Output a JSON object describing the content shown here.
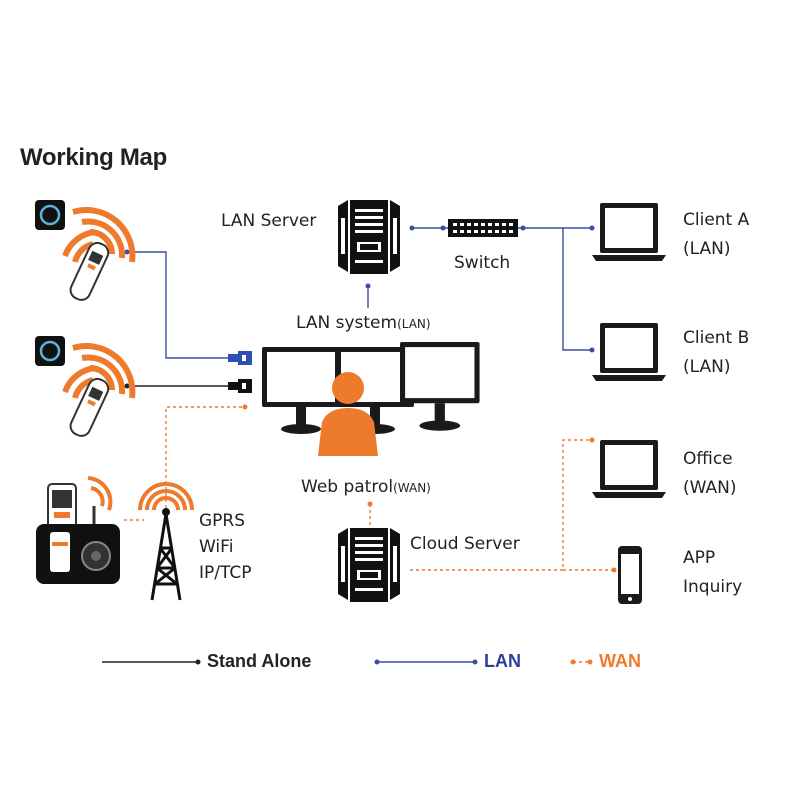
{
  "title": "Working Map",
  "nodes": {
    "lan_server": "LAN Server",
    "switch": "Switch",
    "lan_system": "LAN system",
    "lan_system_tag": "(LAN)",
    "web_patrol": "Web patrol",
    "web_patrol_tag": "(WAN)",
    "cloud_server": "Cloud Server",
    "client_a": {
      "line1": "Client A",
      "line2": "(LAN)"
    },
    "client_b": {
      "line1": "Client B",
      "line2": "(LAN)"
    },
    "office": {
      "line1": "Office",
      "line2": "(WAN)"
    },
    "app": {
      "line1": "APP",
      "line2": "Inquiry"
    },
    "gprs": {
      "line1": "GPRS",
      "line2": "WiFi",
      "line3": "IP/TCP"
    }
  },
  "legend": {
    "stand_alone": "Stand Alone",
    "lan": "LAN",
    "wan": "WAN"
  },
  "colors": {
    "lan_line": "#3b4fa0",
    "wan_line": "#ee7a2e",
    "stand_alone_line": "#222222",
    "accent_orange": "#ee7a2e",
    "lan_text": "#2a3f9b",
    "wan_text": "#ee7a2e"
  },
  "icons": [
    "patrol-reader-icon",
    "usb-plug-icon",
    "server-tower-icon",
    "network-switch-icon",
    "monitor-icon",
    "operator-person-icon",
    "laptop-icon",
    "smartphone-icon",
    "radio-tower-icon",
    "desk-dock-icon"
  ]
}
